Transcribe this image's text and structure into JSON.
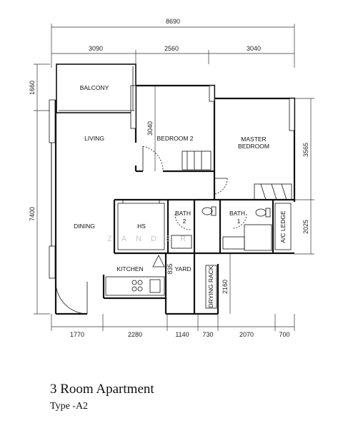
{
  "plan": {
    "title": "3 Room Apartment",
    "subtitle": "Type -A2",
    "watermark": "ZANDER",
    "dimensions": {
      "overall_width": "8690",
      "top_1": "3090",
      "top_2": "2560",
      "top_3": "3040",
      "left_1": "1660",
      "left_2": "7400",
      "bedroom2_depth": "3040",
      "right_1": "3565",
      "right_2": "2025",
      "kitchen_yard": "835",
      "drying_depth": "2160",
      "bottom_1": "1770",
      "bottom_2": "2280",
      "bottom_3": "1140",
      "bottom_4": "730",
      "bottom_5": "2070",
      "bottom_6": "700"
    },
    "rooms": {
      "balcony": "BALCONY",
      "living": "LIVING",
      "bedroom2": "BEDROOM 2",
      "master_line1": "MASTER",
      "master_line2": "BEDROOM",
      "dining": "DINING",
      "hs": "HS",
      "bath_1": "BATH",
      "bath_1_num": "2",
      "bath_2": "BATH",
      "bath_2_num": "1",
      "ac_ledge": "A/C LEDGE",
      "kitchen": "KITCHEN",
      "yard": "YARD",
      "drying_rack": "DRYING RACK"
    }
  }
}
